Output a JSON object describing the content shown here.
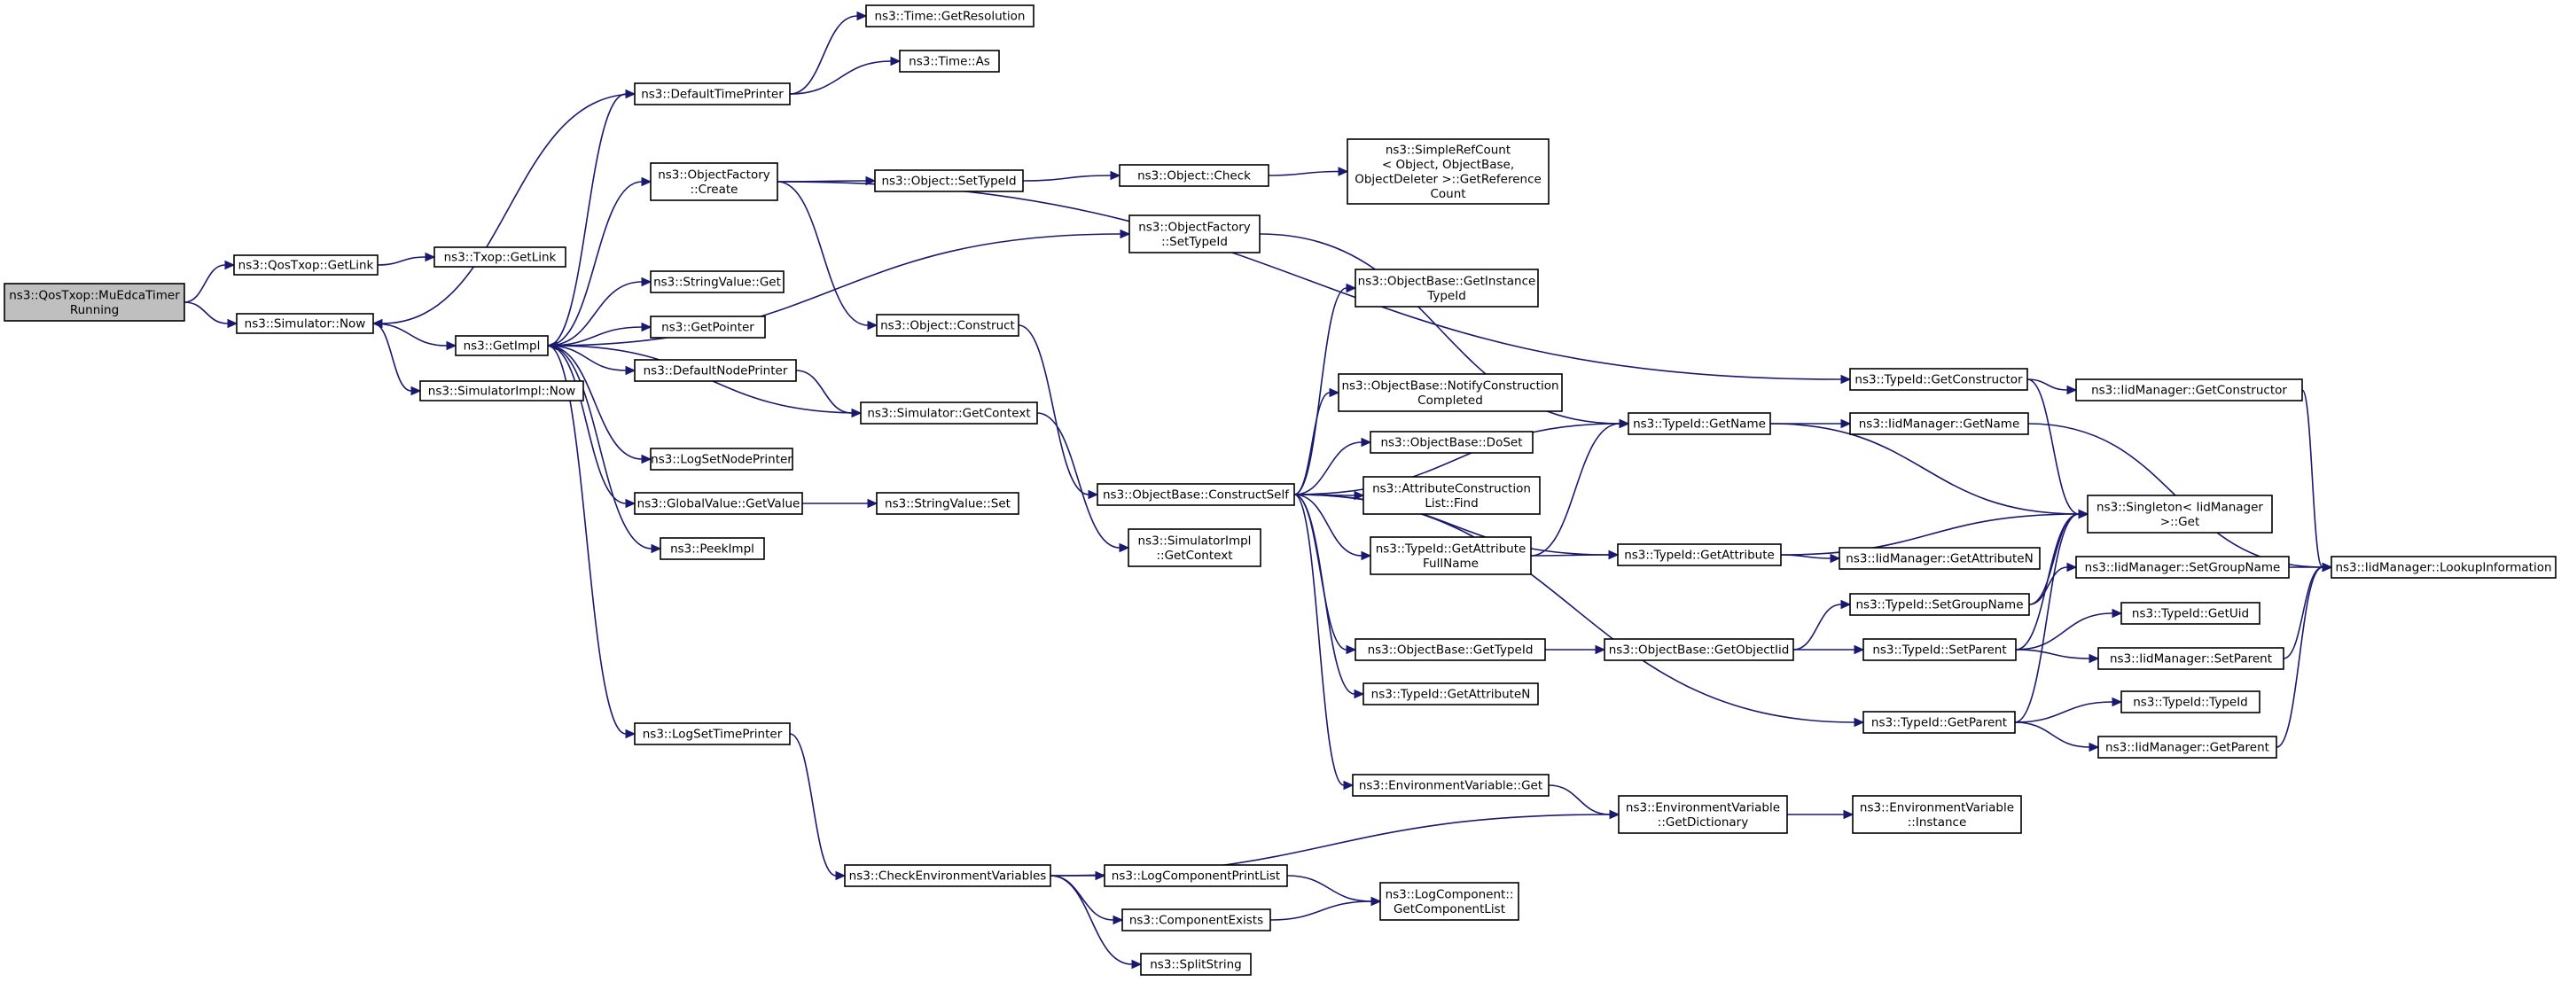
{
  "colors": {
    "edge": "#191970",
    "root_fill": "#bfbfbf",
    "node_fill": "#ffffff",
    "node_border": "#000000"
  },
  "nodes": {
    "root": [
      "ns3::QosTxop::MuEdcaTimer",
      "Running"
    ],
    "qos_getlink": [
      "ns3::QosTxop::GetLink"
    ],
    "txop_getlink": [
      "ns3::Txop::GetLink"
    ],
    "sim_now": [
      "ns3::Simulator::Now"
    ],
    "getimpl": [
      "ns3::GetImpl"
    ],
    "simimpl_now": [
      "ns3::SimulatorImpl::Now"
    ],
    "default_time_printer": [
      "ns3::DefaultTimePrinter"
    ],
    "time_getres": [
      "ns3::Time::GetResolution"
    ],
    "time_as": [
      "ns3::Time::As"
    ],
    "objfactory_create": [
      "ns3::ObjectFactory",
      "::Create"
    ],
    "object_settypeid": [
      "ns3::Object::SetTypeId"
    ],
    "object_check": [
      "ns3::Object::Check"
    ],
    "simplerefcount": [
      "ns3::SimpleRefCount",
      "< Object, ObjectBase,",
      " ObjectDeleter >::GetReference",
      "Count"
    ],
    "objfactory_settypeid": [
      "ns3::ObjectFactory",
      "::SetTypeId"
    ],
    "stringvalue_get": [
      "ns3::StringValue::Get"
    ],
    "getpointer": [
      "ns3::GetPointer"
    ],
    "object_construct": [
      "ns3::Object::Construct"
    ],
    "default_node_printer": [
      "ns3::DefaultNodePrinter"
    ],
    "sim_getcontext": [
      "ns3::Simulator::GetContext"
    ],
    "log_set_node_printer": [
      "ns3::LogSetNodePrinter"
    ],
    "globalvalue_getvalue": [
      "ns3::GlobalValue::GetValue"
    ],
    "stringvalue_set": [
      "ns3::StringValue::Set"
    ],
    "peekimpl": [
      "ns3::PeekImpl"
    ],
    "simimpl_getcontext": [
      "ns3::SimulatorImpl",
      "::GetContext"
    ],
    "log_set_time_printer": [
      "ns3::LogSetTimePrinter"
    ],
    "check_env_vars": [
      "ns3::CheckEnvironmentVariables"
    ],
    "log_component_printlist": [
      "ns3::LogComponentPrintList"
    ],
    "component_exists": [
      "ns3::ComponentExists"
    ],
    "split_string": [
      "ns3::SplitString"
    ],
    "get_component_list": [
      "ns3::LogComponent::",
      "GetComponentList"
    ],
    "objbase_constructself": [
      "ns3::ObjectBase::ConstructSelf"
    ],
    "objbase_getinstancetypeid": [
      "ns3::ObjectBase::GetInstance",
      "TypeId"
    ],
    "objbase_notifyconstruction": [
      "ns3::ObjectBase::NotifyConstruction",
      "Completed"
    ],
    "objbase_doset": [
      "ns3::ObjectBase::DoSet"
    ],
    "attr_construction_find": [
      "ns3::AttributeConstruction",
      "List::Find"
    ],
    "typeid_getattrfullname": [
      "ns3::TypeId::GetAttribute",
      "FullName"
    ],
    "objbase_gettypeid": [
      "ns3::ObjectBase::GetTypeId"
    ],
    "typeid_getattrn": [
      "ns3::TypeId::GetAttributeN"
    ],
    "envvar_get": [
      "ns3::EnvironmentVariable::Get"
    ],
    "typeid_getname": [
      "ns3::TypeId::GetName"
    ],
    "typeid_getattribute": [
      "ns3::TypeId::GetAttribute"
    ],
    "objbase_getobjectiid": [
      "ns3::ObjectBase::GetObjectIid"
    ],
    "envvar_getdictionary": [
      "ns3::EnvironmentVariable",
      "::GetDictionary"
    ],
    "typeid_getconstructor": [
      "ns3::TypeId::GetConstructor"
    ],
    "iid_getname": [
      "ns3::IidManager::GetName"
    ],
    "iid_getattrn": [
      "ns3::IidManager::GetAttributeN"
    ],
    "typeid_setgroupname": [
      "ns3::TypeId::SetGroupName"
    ],
    "typeid_setparent": [
      "ns3::TypeId::SetParent"
    ],
    "typeid_getparent": [
      "ns3::TypeId::GetParent"
    ],
    "envvar_instance": [
      "ns3::EnvironmentVariable",
      "::Instance"
    ],
    "iid_getconstructor": [
      "ns3::IidManager::GetConstructor"
    ],
    "singleton_get": [
      "ns3::Singleton< IidManager",
      " >::Get"
    ],
    "iid_setgroupname": [
      "ns3::IidManager::SetGroupName"
    ],
    "typeid_getuid": [
      "ns3::TypeId::GetUid"
    ],
    "iid_setparent": [
      "ns3::IidManager::SetParent"
    ],
    "typeid_typeid": [
      "ns3::TypeId::TypeId"
    ],
    "iid_getparent": [
      "ns3::IidManager::GetParent"
    ],
    "iid_lookupinfo": [
      "ns3::IidManager::LookupInformation"
    ]
  }
}
